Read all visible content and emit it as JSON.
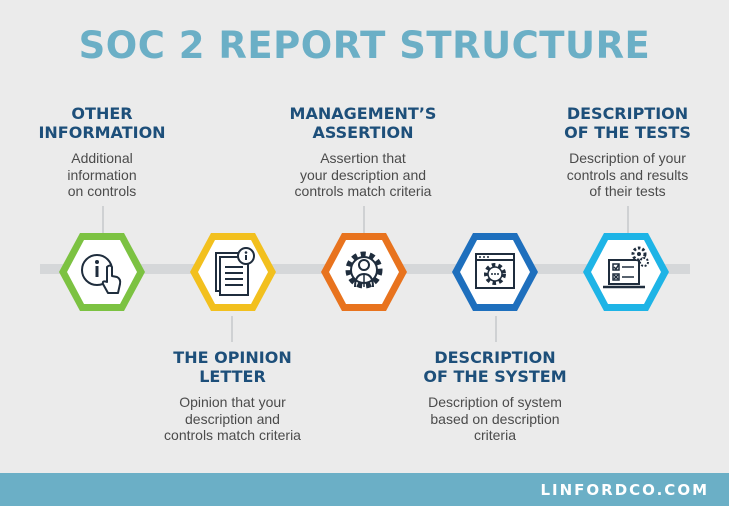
{
  "title": "SOC 2 REPORT STRUCTURE",
  "steps": [
    {
      "heading": [
        "OTHER",
        "INFORMATION"
      ],
      "description": [
        "Additional",
        "information",
        "on controls"
      ],
      "color": "#7cc242",
      "icon": "info-touch-icon"
    },
    {
      "heading": [
        "THE OPINION",
        "LETTER"
      ],
      "description": [
        "Opinion that your",
        "description and",
        "controls match criteria"
      ],
      "color": "#f2c01e",
      "icon": "document-info-icon"
    },
    {
      "heading": [
        "MANAGEMENT’S",
        "ASSERTION"
      ],
      "description": [
        "Assertion that",
        "your description and",
        "controls match criteria"
      ],
      "color": "#e8731e",
      "icon": "gear-person-icon"
    },
    {
      "heading": [
        "DESCRIPTION",
        "OF THE SYSTEM"
      ],
      "description": [
        "Description of system",
        "based on description",
        "criteria"
      ],
      "color": "#1e6fbd",
      "icon": "browser-gear-icon"
    },
    {
      "heading": [
        "DESCRIPTION",
        "OF THE TESTS"
      ],
      "description": [
        "Description of your",
        "controls and results",
        "of their tests"
      ],
      "color": "#1eb4e6",
      "icon": "laptop-checklist-icon"
    }
  ],
  "footer": {
    "brand": "LINFORDCO.COM"
  },
  "colors": {
    "title": "#6bafc6",
    "heading": "#1d4f7a",
    "footer_bar": "#6bafc6",
    "background": "#ebebeb"
  }
}
